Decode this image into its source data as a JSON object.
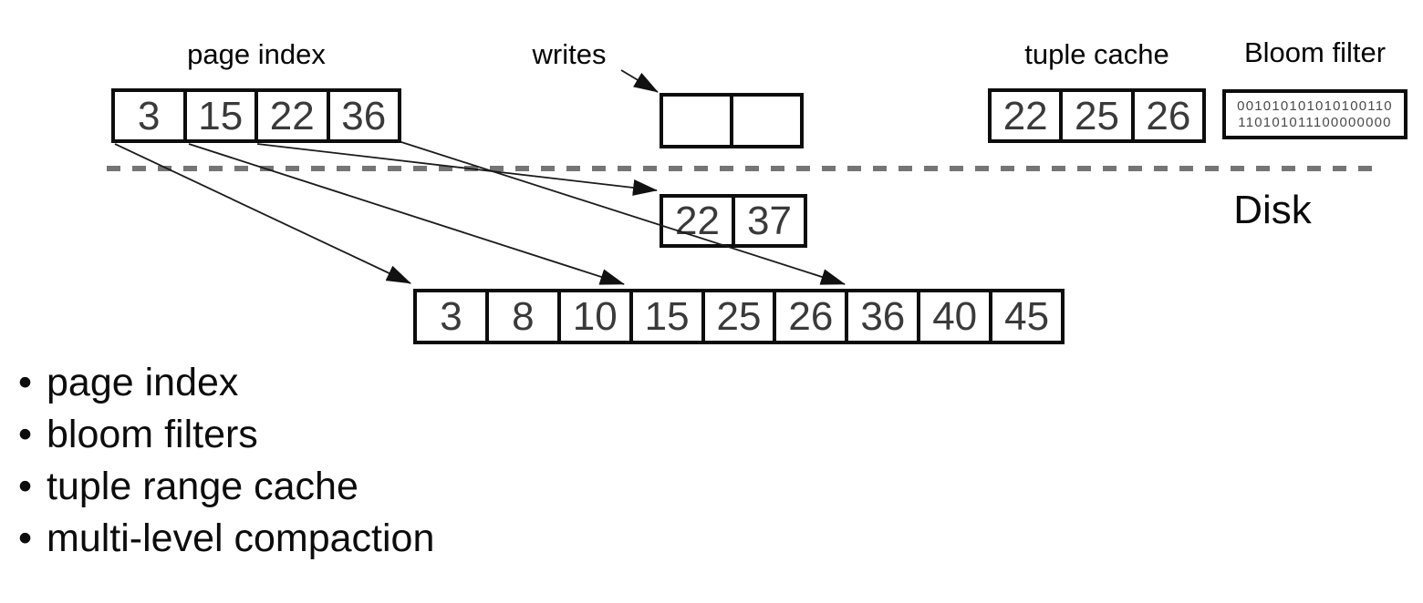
{
  "memory": {
    "page_index": {
      "label": "page index",
      "cells": [
        "3",
        "15",
        "22",
        "36"
      ]
    },
    "writes": {
      "label": "writes"
    },
    "write_buffer": {
      "cells": [
        "",
        ""
      ]
    },
    "tuple_cache": {
      "label": "tuple cache",
      "cells": [
        "22",
        "25",
        "26"
      ]
    },
    "bloom_filter": {
      "label": "Bloom filter",
      "bits": [
        "001010101010100110",
        "110101011100000000"
      ]
    }
  },
  "disk": {
    "label": "Disk",
    "page_level1": {
      "cells": [
        "22",
        "37"
      ]
    },
    "sorted_run": {
      "cells": [
        "3",
        "8",
        "10",
        "15",
        "25",
        "26",
        "36",
        "40",
        "45"
      ]
    }
  },
  "bullets": [
    "page index",
    "bloom filters",
    "tuple range cache",
    "multi-level compaction"
  ],
  "edges": [
    {
      "from": "page index entry 3",
      "to": "sorted run cell 3"
    },
    {
      "from": "page index entry 15",
      "to": "sorted run cell 15"
    },
    {
      "from": "page index entry 22",
      "to": "disk page [22,37]"
    },
    {
      "from": "page index entry 36",
      "to": "sorted run cell 36"
    },
    {
      "from": "writes label",
      "to": "write buffer"
    }
  ],
  "colors": {
    "box_border": "#0d0d0d",
    "cell_number": "#3a3a3a",
    "arrow": "#1b1b1b",
    "dashed_separator": "#757575",
    "background": "#ffffff"
  }
}
